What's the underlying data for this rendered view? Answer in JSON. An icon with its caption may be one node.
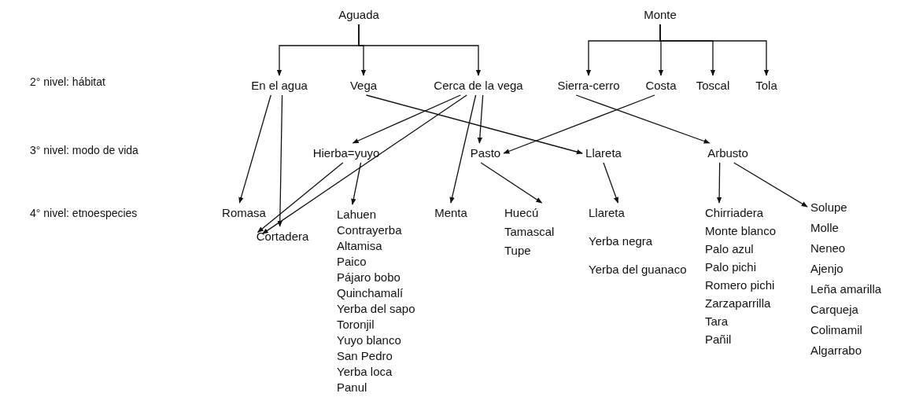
{
  "diagram": {
    "nodes": [
      {
        "text": [
          "Aguada"
        ]
      },
      {
        "text": [
          "Monte"
        ]
      },
      {
        "text": [
          "En el agua"
        ]
      },
      {
        "text": [
          "Vega"
        ]
      },
      {
        "text": [
          "Cerca de la vega"
        ]
      },
      {
        "text": [
          "Sierra-cerro"
        ]
      },
      {
        "text": [
          "Costa"
        ]
      },
      {
        "text": [
          "Toscal"
        ]
      },
      {
        "text": [
          "Tola"
        ]
      },
      {
        "text": [
          "Hierba=yuyo"
        ]
      },
      {
        "text": [
          "Pasto"
        ]
      },
      {
        "text": [
          "Llareta"
        ]
      },
      {
        "text": [
          "Arbusto"
        ]
      },
      {
        "text": [
          "Romasa"
        ]
      },
      {
        "text": [
          "Cortadera"
        ]
      },
      {
        "text": [
          "Lahuen",
          "Contrayerba",
          "Altamisa",
          "Paico",
          "Pájaro bobo",
          "Quinchamalí",
          "Yerba del sapo",
          "Toronjil",
          "Yuyo blanco",
          "San Pedro",
          "Yerba loca",
          "Panul"
        ]
      },
      {
        "text": [
          "Menta"
        ]
      },
      {
        "text": [
          "Huecú",
          "Tamascal",
          "Tupe"
        ]
      },
      {
        "text": [
          "Llareta",
          "Yerba negra",
          "Yerba del guanaco"
        ]
      },
      {
        "text": [
          "Chirriadera",
          "Monte blanco",
          "Palo azul",
          "Palo pichi",
          "Romero pichi",
          "Zarzaparrilla",
          "Tara",
          "Pañil"
        ]
      },
      {
        "text": [
          "Solupe",
          "Molle",
          "Neneo",
          "Ajenjo",
          "Leña amarilla",
          "Carqueja",
          "Colimamil",
          "Algarrabo"
        ]
      }
    ],
    "edges": [
      {
        "from": 0,
        "to": 2,
        "arrow": "to"
      },
      {
        "from": 0,
        "to": 3,
        "arrow": "to"
      },
      {
        "from": 0,
        "to": 4,
        "arrow": "to"
      },
      {
        "from": 1,
        "to": 5,
        "arrow": "to"
      },
      {
        "from": 1,
        "to": 6,
        "arrow": "to"
      },
      {
        "from": 1,
        "to": 7,
        "arrow": "to"
      },
      {
        "from": 1,
        "to": 8,
        "arrow": "to"
      },
      {
        "from": 2,
        "to": 13,
        "arrow": "to"
      },
      {
        "from": 2,
        "to": 14,
        "arrow": "to"
      },
      {
        "from": 3,
        "to": 11,
        "arrow": "to"
      },
      {
        "from": 4,
        "to": 9,
        "arrow": "to"
      },
      {
        "from": 4,
        "to": 14,
        "arrow": "to"
      },
      {
        "from": 4,
        "to": 16,
        "arrow": "to"
      },
      {
        "from": 4,
        "to": 10,
        "arrow": "to"
      },
      {
        "from": 6,
        "to": 10,
        "arrow": "to"
      },
      {
        "from": 5,
        "to": 12,
        "arrow": "to"
      },
      {
        "from": 9,
        "to": 14,
        "arrow": "to"
      },
      {
        "from": 9,
        "to": 15,
        "arrow": "to"
      },
      {
        "from": 10,
        "to": 17,
        "arrow": "to"
      },
      {
        "from": 11,
        "to": 18,
        "arrow": "to"
      },
      {
        "from": 12,
        "to": 19,
        "arrow": "to"
      },
      {
        "from": 12,
        "to": 20,
        "arrow": "to"
      }
    ],
    "labels": [
      "2° nivel: hábitat",
      "3° nivel: modo de vida",
      "4° nivel: etnoespecies"
    ]
  }
}
